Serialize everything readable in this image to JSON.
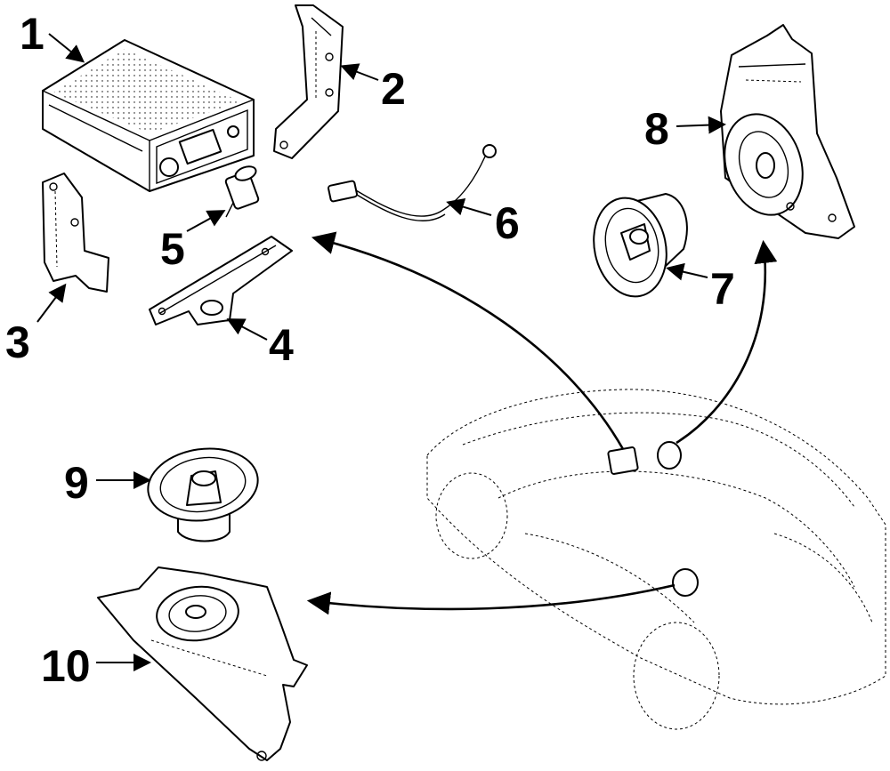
{
  "diagram": {
    "callouts": [
      {
        "id": 1,
        "label": "1"
      },
      {
        "id": 2,
        "label": "2"
      },
      {
        "id": 3,
        "label": "3"
      },
      {
        "id": 4,
        "label": "4"
      },
      {
        "id": 5,
        "label": "5"
      },
      {
        "id": 6,
        "label": "6"
      },
      {
        "id": 7,
        "label": "7"
      },
      {
        "id": 8,
        "label": "8"
      },
      {
        "id": 9,
        "label": "9"
      },
      {
        "id": 10,
        "label": "10"
      }
    ],
    "colors": {
      "ink": "#000000",
      "paper": "#ffffff"
    }
  }
}
